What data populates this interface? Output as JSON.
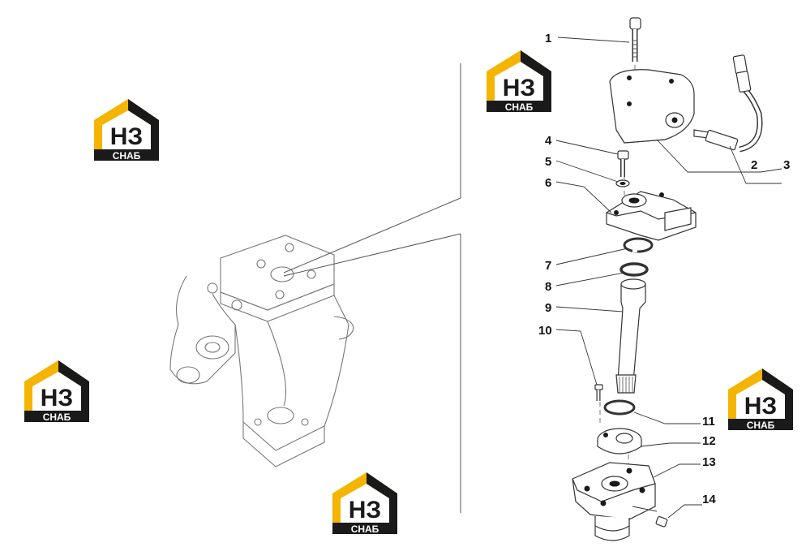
{
  "logo": {
    "letters": "НЗ",
    "caption": "СНАБ"
  },
  "colors": {
    "logo_yellow": "#f5b400",
    "logo_dark": "#1a1a1a",
    "line": "#333333"
  },
  "callouts": [
    "1",
    "2",
    "3",
    "4",
    "5",
    "6",
    "7",
    "8",
    "9",
    "10",
    "11",
    "12",
    "13",
    "14"
  ]
}
